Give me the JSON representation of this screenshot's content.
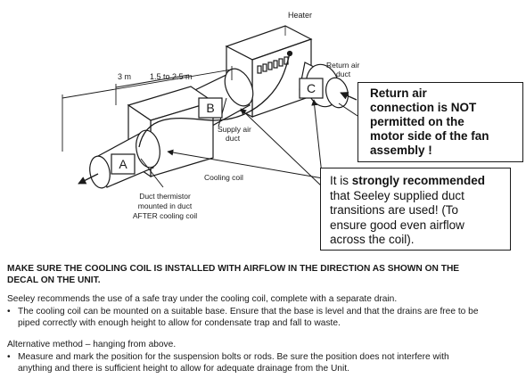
{
  "diagram": {
    "labels": {
      "heater": "Heater",
      "return_air_duct_line1": "Return air",
      "return_air_duct_line2": "duct",
      "dim_3m": "3 m",
      "dim_range": "1.5 to 2.5 m",
      "supply_air_duct_line1": "Supply air",
      "supply_air_duct_line2": "duct",
      "cooling_coil": "Cooling coil",
      "thermistor_line1": "Duct thermistor",
      "thermistor_line2": "mounted in duct",
      "thermistor_line3": "AFTER cooling coil",
      "point_a": "A",
      "point_b": "B",
      "point_c": "C"
    },
    "callouts": {
      "return_air": {
        "line1": "Return air",
        "line2": "connection is NOT",
        "line3": "permitted on the",
        "line4": "motor side of the fan",
        "line5": "assembly !"
      },
      "duct_recommend": {
        "line1_pre": "It is ",
        "line1_bold": "strongly recommended",
        "line2": "that Seeley supplied duct",
        "line3": "transitions are used! (To",
        "line4": "ensure good even airflow",
        "line5": "across the coil)."
      }
    }
  },
  "text": {
    "heading_line1": "MAKE SURE THE COOLING COIL IS INSTALLED WITH AIRFLOW IN THE DIRECTION AS SHOWN ON THE",
    "heading_line2": "DECAL ON THE UNIT.",
    "para1": "Seeley recommends the use of a safe tray under the cooling coil, complete with a separate drain.",
    "bullet_symbol": "•",
    "bullet1_line1": "The cooling coil can be mounted on a suitable base.  Ensure that the base is level and that the drains are free to be",
    "bullet1_line2": "piped correctly with enough height to allow for condensate trap and fall to waste.",
    "para2": "Alternative method – hanging from above.",
    "bullet2_line1": "Measure and mark the position for the suspension bolts or rods.  Be sure the position does not interfere with",
    "bullet2_line2": "anything and there is sufficient height to allow for adequate drainage from the Unit."
  }
}
